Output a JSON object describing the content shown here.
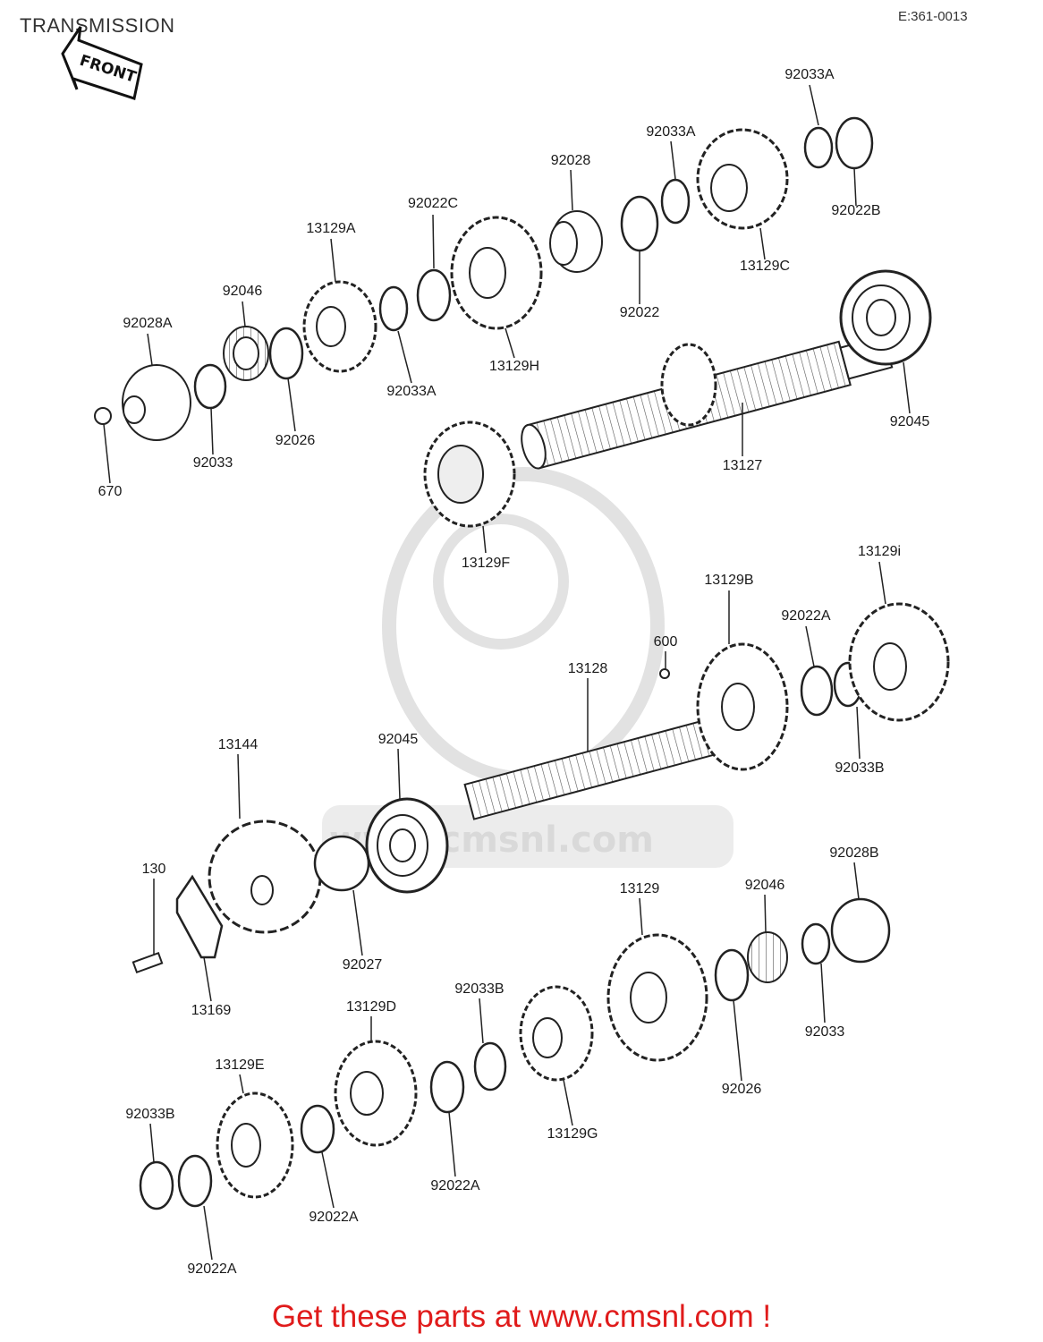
{
  "header": {
    "title": "TRANSMISSION",
    "reference": "E:361-0013"
  },
  "badge": {
    "text": "FRONT"
  },
  "watermark": {
    "text": "www.cmsnl.com"
  },
  "footer": {
    "text": "Get these parts at www.cmsnl.com !",
    "color": "#e01b1b"
  },
  "parts": [
    "92033A",
    "92033A",
    "92028",
    "92022C",
    "13129A",
    "92046",
    "92028A",
    "92022B",
    "13129C",
    "92022",
    "13129H",
    "92033A",
    "92026",
    "92033",
    "670",
    "92045",
    "13127",
    "13129F",
    "13129i",
    "13129B",
    "92022A",
    "600",
    "13128",
    "13144",
    "92045",
    "92033B",
    "92028B",
    "130",
    "92046",
    "13129",
    "92027",
    "13169",
    "92033B",
    "13129D",
    "13129E",
    "92033B",
    "92033",
    "13129G",
    "92026",
    "92022A",
    "92022A",
    "92022A"
  ]
}
